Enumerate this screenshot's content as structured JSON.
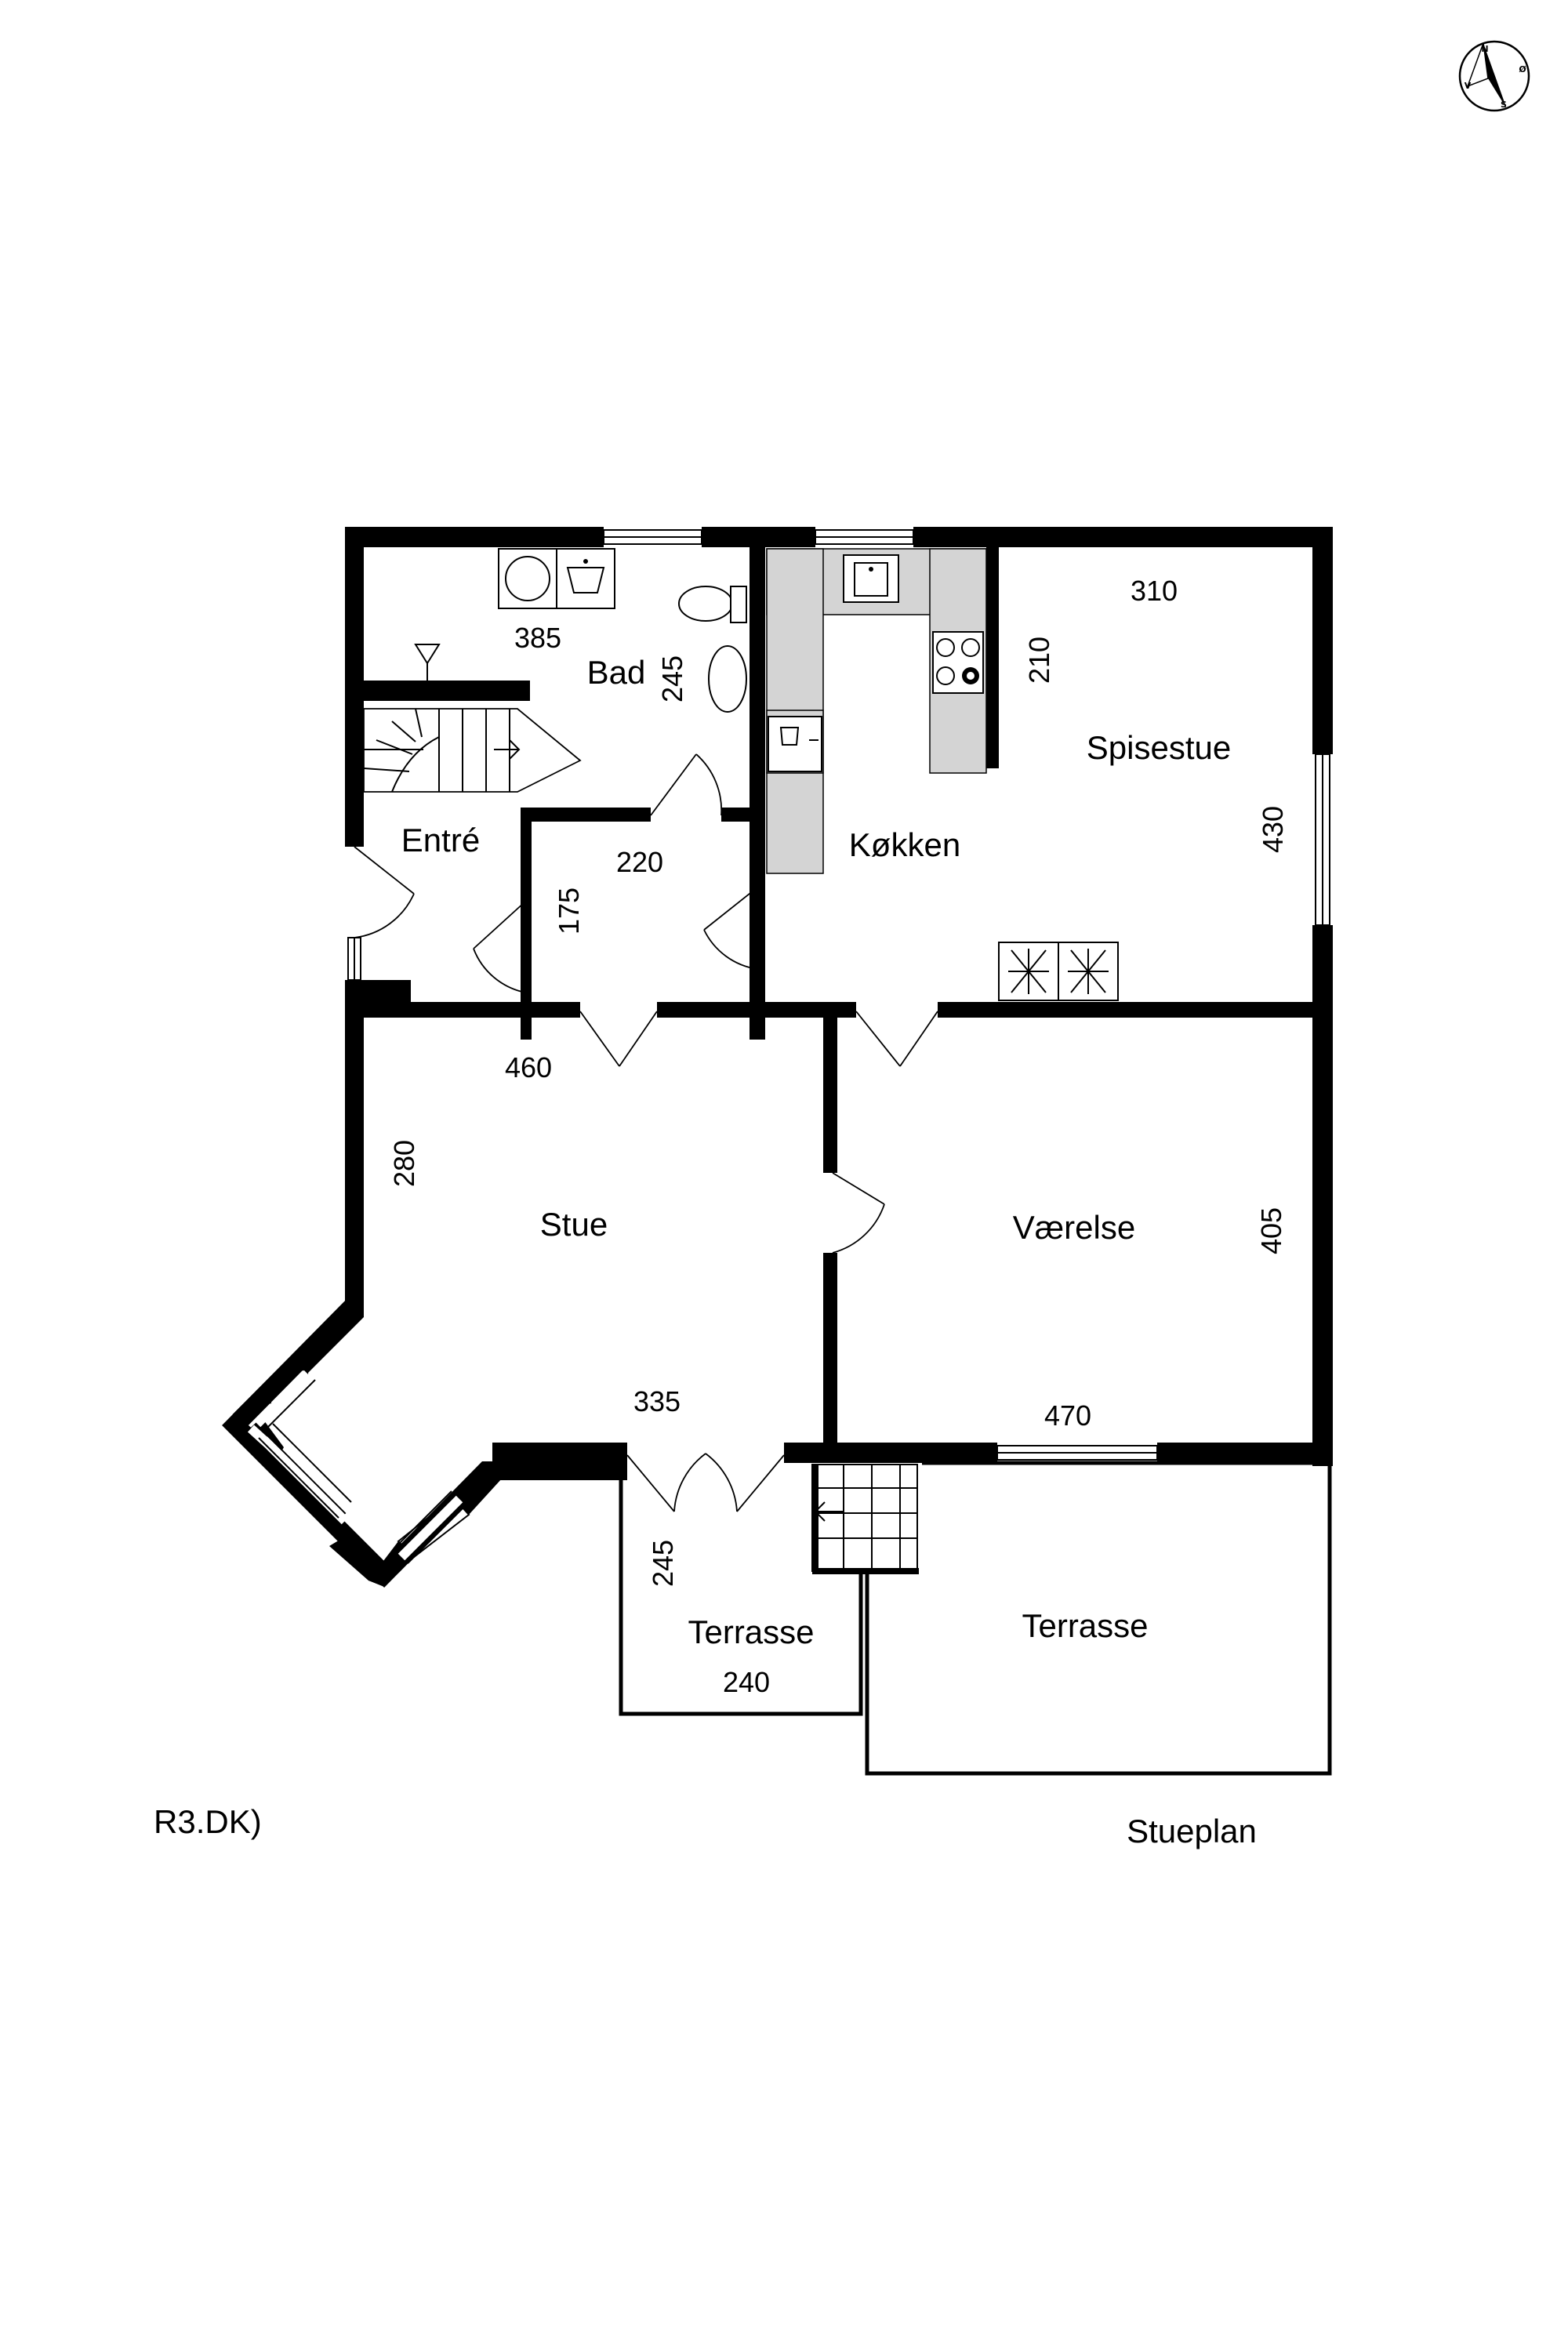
{
  "compass": {
    "n": "N",
    "e": "Ø",
    "s": "S",
    "w": "V"
  },
  "rooms": {
    "bad": "Bad",
    "entre": "Entré",
    "kokken": "Køkken",
    "spisestue": "Spisestue",
    "stue": "Stue",
    "vaerelse": "Værelse",
    "terrasse_small": "Terrasse",
    "terrasse_large": "Terrasse"
  },
  "dimensions": {
    "bad_width": "385",
    "bad_depth": "245",
    "hall_width": "220",
    "hall_depth": "175",
    "kitchen_depth": "210",
    "dining_width": "310",
    "dining_depth": "430",
    "stue_width_top": "460",
    "stue_depth": "280",
    "stue_width_bottom": "335",
    "vaerelse_depth": "405",
    "vaerelse_width": "470",
    "terrasse_depth": "245",
    "terrasse_width": "240"
  },
  "captions": {
    "plan_name": "Stueplan",
    "source": "R3.DK)"
  }
}
